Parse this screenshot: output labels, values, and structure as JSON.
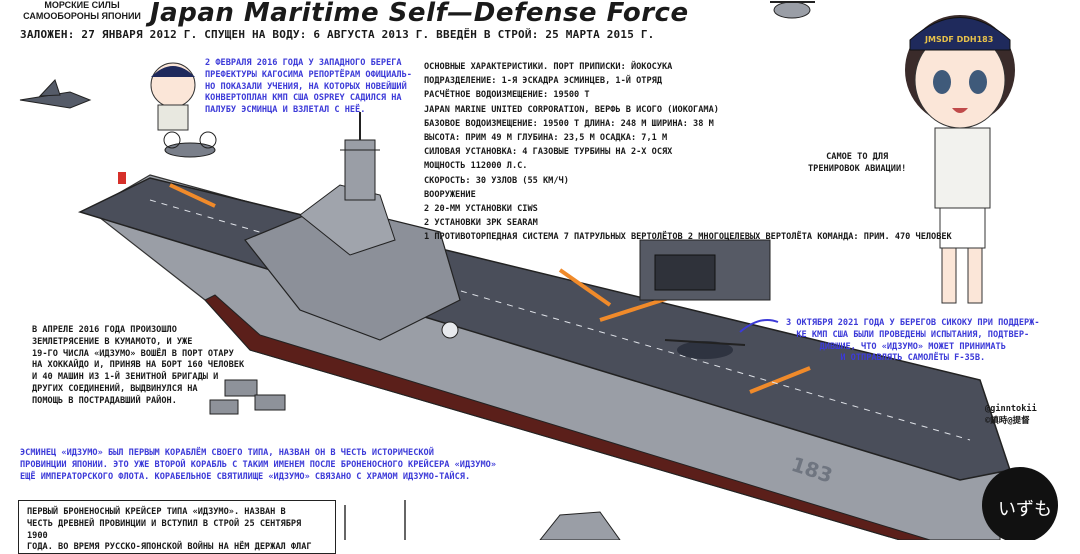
{
  "header": {
    "subtitle_line1": "МОРСКИЕ СИЛЫ",
    "subtitle_line2": "САМООБОРОНЫ ЯПОНИИ",
    "title": "Japan Maritime Self—Defense Force",
    "dates": "ЗАЛОЖЕН: 27 ЯНВАРЯ 2012 Г. СПУЩЕН НА ВОДУ: 6 АВГУСТА 2013 Г. ВВЕДЁН В СТРОЙ: 25 МАРТА 2015 Г."
  },
  "notes": {
    "osprey": [
      "2 ФЕВРАЛЯ 2016 ГОДА У ЗАПАДНОГО БЕРЕГА",
      "ПРЕФЕКТУРЫ КАГОСИМА РЕПОРТЁРАМ ОФИЦИАЛЬ-",
      "НО ПОКАЗАЛИ УЧЕНИЯ, НА КОТОРЫХ НОВЕЙШИЙ",
      "КОНВЕРТОПЛАН КМП США OSPREY САДИЛСЯ НА",
      "ПАЛУБУ ЭСМИНЦА И ВЗЛЕТАЛ С НЕЁ."
    ],
    "aviation": [
      "САМОЕ ТО ДЛЯ",
      "ТРЕНИРОВОК АВИАЦИИ!"
    ],
    "f35": [
      "3 ОКТЯБРЯ 2021 ГОДА У БЕРЕГОВ СИКОКУ ПРИ ПОДДЕРЖ-",
      "КЕ КМП США БЫЛИ ПРОВЕДЕНЫ ИСПЫТАНИЯ, ПОДТВЕР-",
      "ДИВШИЕ, ЧТО «ИДЗУМО» МОЖЕТ ПРИНИМАТЬ",
      "И ОТПРАВЛЯТЬ САМОЛЁТЫ F-35B."
    ],
    "earthquake": [
      "В АПРЕЛЕ 2016 ГОДА ПРОИЗОШЛО",
      "ЗЕМЛЕТРЯСЕНИЕ В КУМАМОТО, И УЖЕ",
      "19-ГО ЧИСЛА «ИДЗУМО» ВОШЁЛ В ПОРТ ОТАРУ",
      "НА ХОККАЙДО И, ПРИНЯВ НА БОРТ 160 ЧЕЛОВЕК",
      "И 40 МАШИН ИЗ 1-Й ЗЕНИТНОЙ БРИГАДЫ И",
      "ДРУГИХ СОЕДИНЕНИЙ, ВЫДВИНУЛСЯ НА",
      "ПОМОЩЬ В ПОСТРАДАВШИЙ РАЙОН."
    ],
    "name_origin": [
      "ЭСМИНЕЦ «ИДЗУМО» БЫЛ ПЕРВЫМ КОРАБЛЁМ СВОЕГО ТИПА, НАЗВАН ОН В ЧЕСТЬ ИСТОРИЧЕСКОЙ",
      "ПРОВИНЦИИ ЯПОНИИ. ЭТО УЖЕ ВТОРОЙ КОРАБЛЬ С ТАКИМ ИМЕНЕМ ПОСЛЕ БРОНЕНОСНОГО КРЕЙСЕРА «ИДЗУМО»",
      "ЕЩЁ ИМПЕРАТОРСКОГО ФЛОТА. КОРАБЕЛЬНОЕ СВЯТИЛИЩЕ «ИДЗУМО» СВЯЗАНО С ХРАМОМ ИДЗУМО-ТАЙСЯ."
    ],
    "cruiser": [
      "ПЕРВЫЙ БРОНЕНОСНЫЙ КРЕЙСЕР ТИПА «ИДЗУМО». НАЗВАН В",
      "ЧЕСТЬ ДРЕВНЕЙ ПРОВИНЦИИ И ВСТУПИЛ В СТРОЙ 25 СЕНТЯБРЯ 1900",
      "ГОДА. ВО ВРЕМЯ РУССКО-ЯПОНСКОЙ ВОЙНЫ НА НЁМ ДЕРЖАЛ ФЛАГ"
    ]
  },
  "specs": [
    "ОСНОВНЫЕ ХАРАКТЕРИСТИКИ. ПОРТ ПРИПИСКИ: ЙОКОСУКА",
    "ПОДРАЗДЕЛЕНИЕ: 1-Я ЭСКАДРА ЭСМИНЦЕВ, 1-Й ОТРЯД",
    "РАСЧЁТНОЕ ВОДОИЗМЕЩЕНИЕ: 19500 Т",
    "JAPAN MARINE UNITED CORPORATION, ВЕРФЬ В ИСОГО (ИОКОГАМА)",
    "БАЗОВОЕ ВОДОИЗМЕЩЕНИЕ: 19500 Т  ДЛИНА: 248 М  ШИРИНА: 38 М",
    "ВЫСОТА: ПРИМ 49 М  ГЛУБИНА: 23,5 М  ОСАДКА: 7,1 М",
    "СИЛОВАЯ УСТАНОВКА: 4 ГАЗОВЫЕ ТУРБИНЫ НА 2-Х ОСЯХ",
    "МОЩНОСТЬ 112000 Л.С.",
    "СКОРОСТЬ: 30 УЗЛОВ (55 КМ/Ч)",
    "ВООРУЖЕНИЕ",
    "2 20-ММ УСТАНОВКИ CIWS",
    "2 УСТАНОВКИ ЗРК SEARAM",
    "1 ПРОТИВОТОРПЕДНАЯ СИСТЕМА  7 ПАТРУЛЬНЫХ ВЕРТОЛЁТОВ 2 МНОГОЦЕЛЕВЫХ ВЕРТОЛЁТА  КОМАНДА: ПРИМ. 470 ЧЕЛОВЕК"
  ],
  "credits": {
    "handle": "@ginntokii",
    "jp": "©鎮時@提督"
  },
  "cap_text": "JMSDF DDH183",
  "hull_number": "183",
  "seal_text": "いずも",
  "colors": {
    "accent_blue": "#3c3ad8",
    "deck": "#4a4e5a",
    "hull": "#9a9ea6",
    "waterline": "#5b1f1a",
    "deck_marking": "#f08a2a"
  }
}
